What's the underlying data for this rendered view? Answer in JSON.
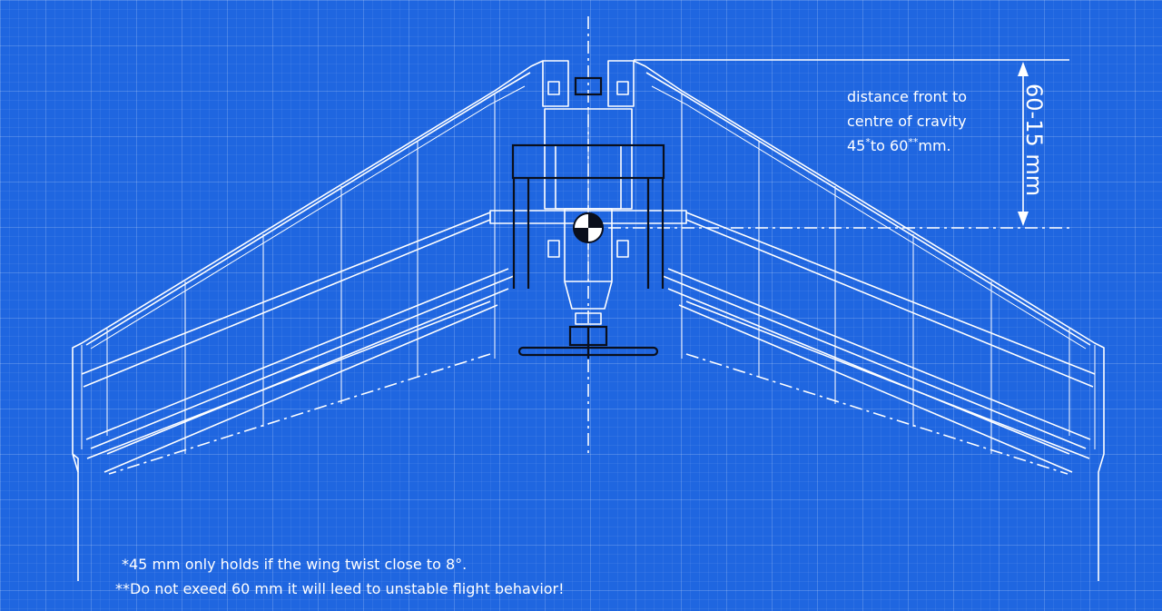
{
  "annotations": {
    "distance_line1": "distance front to",
    "distance_line2": "centre of cravity",
    "distance_line3_a": "45",
    "distance_line3_b": "to 60",
    "distance_line3_c": "mm.",
    "star1": "*",
    "star2": "**",
    "dimension": "60-15 mm"
  },
  "footnotes": {
    "note1": "*45 mm only holds if the wing twist close to 8°.",
    "note2": "**Do not exeed 60 mm it will leed to unstable flight behavior!"
  },
  "colors": {
    "background": "#1f66e0",
    "lines": "#ffffff",
    "motor": "#0a0f1c"
  }
}
